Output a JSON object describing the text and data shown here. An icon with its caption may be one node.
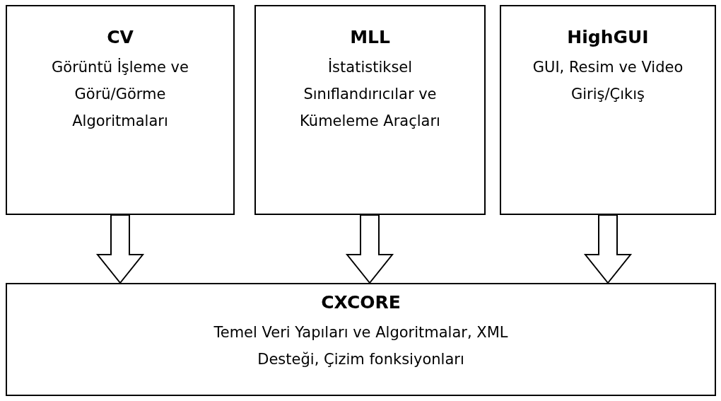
{
  "diagram": {
    "nodes": [
      {
        "text": [
          "CV",
          "Görüntü İşleme ve Görü/Görme Algoritmaları"
        ]
      },
      {
        "text": [
          "MLL",
          "İstatistiksel Sınıflandırıcılar ve Kümeleme Araçları"
        ]
      },
      {
        "text": [
          "HighGUI",
          "GUI, Resim ve Video Giriş/Çıkış"
        ]
      },
      {
        "text": [
          "CXCORE",
          "Temel Veri Yapıları ve Algoritmalar, XML Desteği, Çizim fonksiyonları"
        ]
      }
    ],
    "edges": [
      {
        "from": 0,
        "to": 3,
        "arrow": "to"
      },
      {
        "from": 1,
        "to": 3,
        "arrow": "to"
      },
      {
        "from": 2,
        "to": 3,
        "arrow": "to"
      }
    ]
  }
}
